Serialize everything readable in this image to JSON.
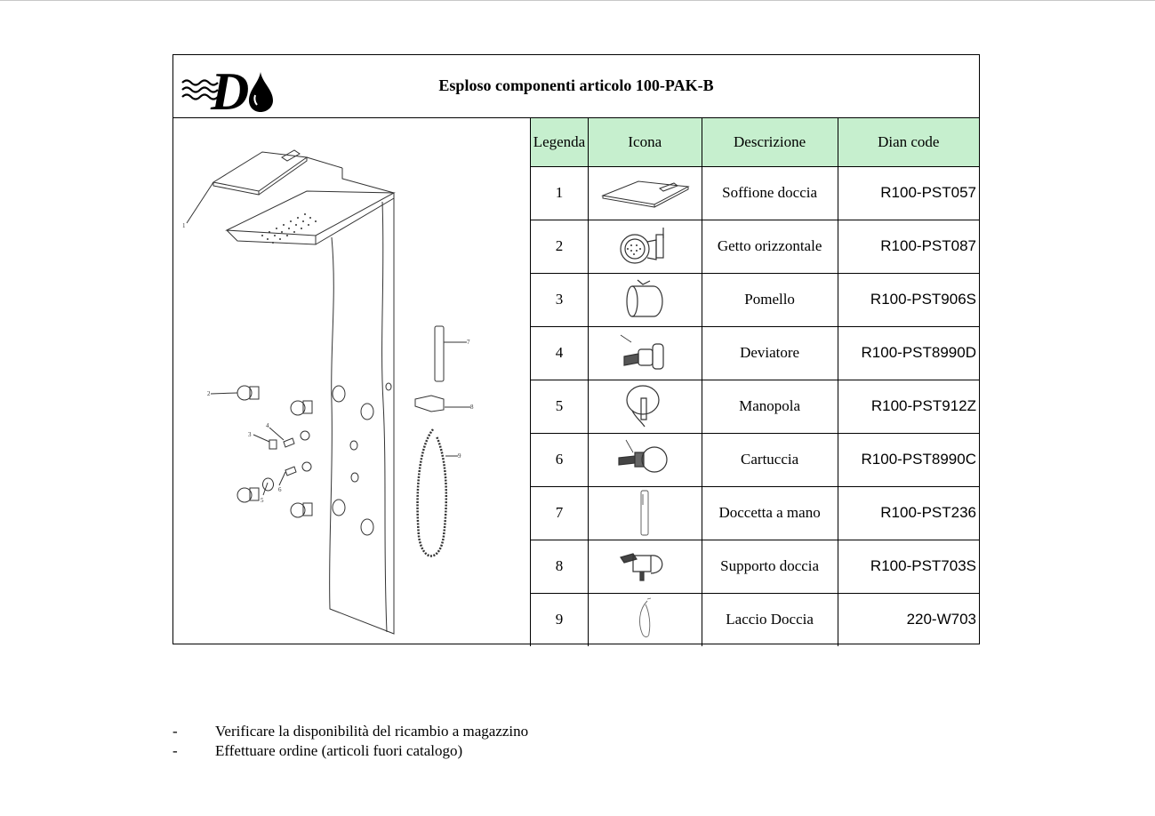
{
  "header": {
    "logo_icon": "dian-droplet-logo-icon",
    "title": "Esploso componenti articolo 100-PAK-B"
  },
  "drawing": {
    "description_icon": "exploded-shower-panel-drawing",
    "callouts": [
      "1",
      "2",
      "3",
      "4",
      "5",
      "6",
      "7",
      "8",
      "9"
    ]
  },
  "table": {
    "header_bg": "#c6efce",
    "headers": [
      "Legenda",
      "Icona",
      "Descrizione",
      "Dian code"
    ],
    "rows": [
      {
        "legend": "1",
        "icon": "shower-head-icon",
        "description": "Soffione doccia",
        "code": "R100-PST057"
      },
      {
        "legend": "2",
        "icon": "horizontal-jet-icon",
        "description": "Getto orizzontale",
        "code": "R100-PST087"
      },
      {
        "legend": "3",
        "icon": "knob-icon",
        "description": "Pomello",
        "code": "R100-PST906S"
      },
      {
        "legend": "4",
        "icon": "diverter-icon",
        "description": "Deviatore",
        "code": "R100-PST8990D"
      },
      {
        "legend": "5",
        "icon": "handle-icon",
        "description": "Manopola",
        "code": "R100-PST912Z"
      },
      {
        "legend": "6",
        "icon": "cartridge-icon",
        "description": "Cartuccia",
        "code": "R100-PST8990C"
      },
      {
        "legend": "7",
        "icon": "hand-shower-icon",
        "description": "Doccetta a mano",
        "code": "R100-PST236"
      },
      {
        "legend": "8",
        "icon": "shower-holder-icon",
        "description": "Supporto doccia",
        "code": "R100-PST703S"
      },
      {
        "legend": "9",
        "icon": "shower-hose-icon",
        "description": "Laccio Doccia",
        "code": "220-W703"
      }
    ]
  },
  "notes": [
    {
      "bullet": "-",
      "text": "Verificare la disponibilità del ricambio a magazzino"
    },
    {
      "bullet": "-",
      "text": "Effettuare ordine (articoli fuori catalogo)"
    }
  ]
}
